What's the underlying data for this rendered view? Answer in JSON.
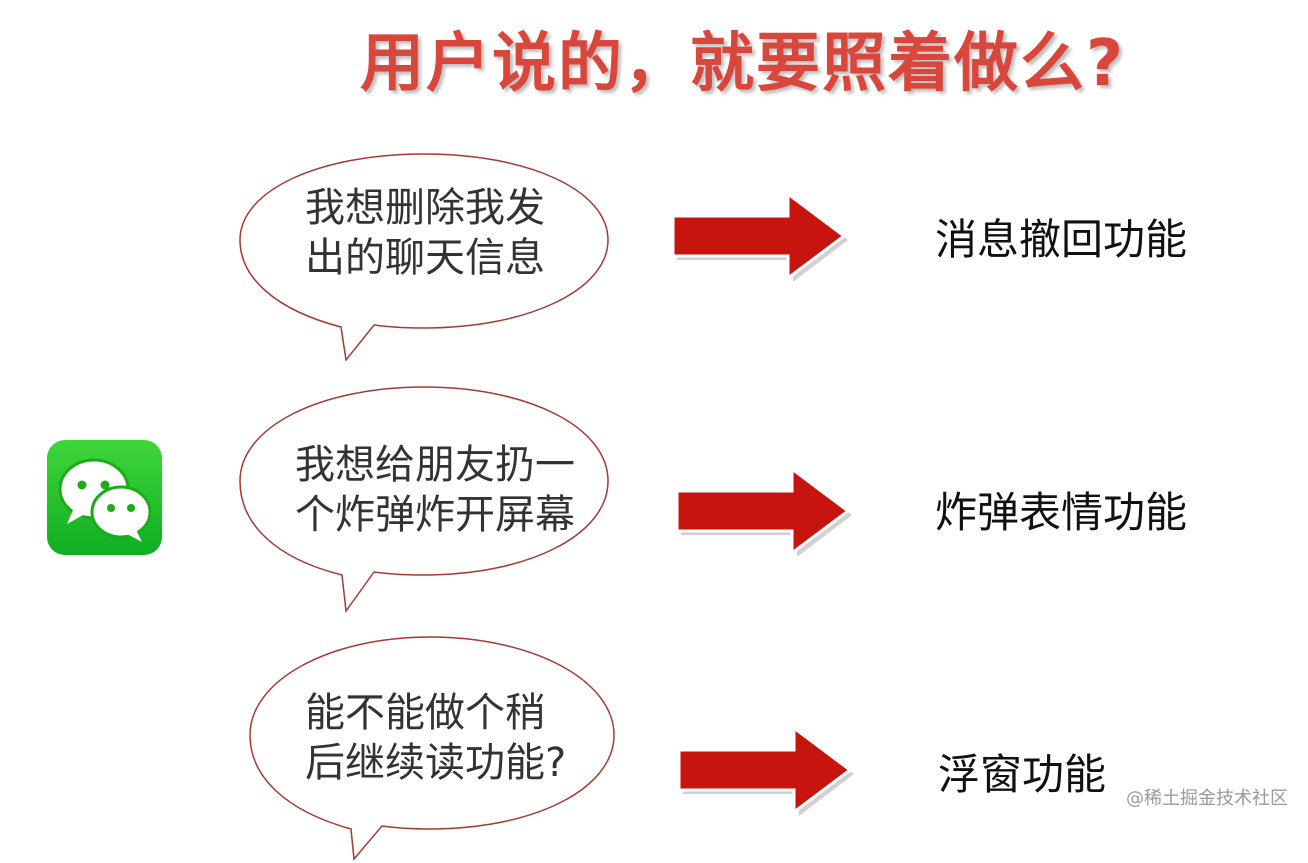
{
  "slide": {
    "title": "用户说的，就要照着做么?",
    "colors": {
      "title": "#d9463c",
      "bubble_stroke": "#a63a32",
      "arrow": "#c8140f",
      "wechat_green": "#1aad19"
    },
    "icon": "wechat-icon",
    "rows": [
      {
        "request_line1": "我想删除我发",
        "request_line2": "出的聊天信息",
        "feature": "消息撤回功能"
      },
      {
        "request_line1": "我想给朋友扔一",
        "request_line2": "个炸弹炸开屏幕",
        "feature": "炸弹表情功能"
      },
      {
        "request_line1": "能不能做个稍",
        "request_line2": "后继续读功能?",
        "feature": "浮窗功能"
      }
    ],
    "watermark": "@稀土掘金技术社区"
  }
}
